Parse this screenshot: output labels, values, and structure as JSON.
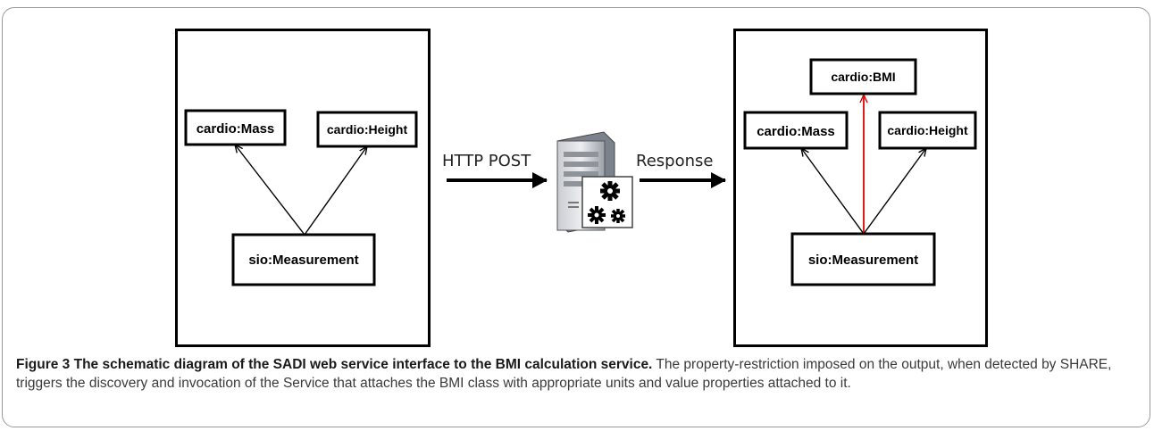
{
  "diagram": {
    "input": {
      "mass": "cardio:Mass",
      "height": "cardio:Height",
      "measurement": "sio:Measurement"
    },
    "output": {
      "bmi": "cardio:BMI",
      "mass": "cardio:Mass",
      "height": "cardio:Height",
      "measurement": "sio:Measurement"
    },
    "request_label": "HTTP POST",
    "response_label": "Response",
    "colors": {
      "highlight_arrow": "#e00000",
      "border": "#000000"
    },
    "icons": [
      "server-icon",
      "gears-icon"
    ]
  },
  "caption": {
    "title": "Figure 3 The schematic diagram of the SADI web service interface to the BMI calculation service.",
    "body": " The property-restriction imposed on the output, when detected by SHARE, triggers the discovery and invocation of the Service that attaches the BMI class with appropriate units and value properties attached to it."
  }
}
